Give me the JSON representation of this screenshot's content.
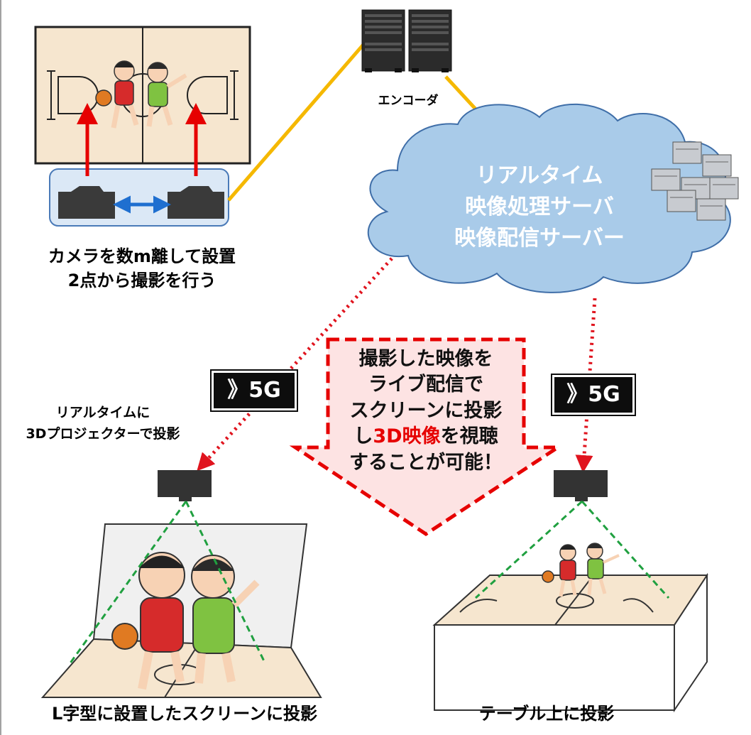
{
  "labels": {
    "encoder": "エンコーダ",
    "camera_caption_1": "カメラを数m離して設置",
    "camera_caption_2": "2点から撮影を行う",
    "projector_caption_1": "リアルタイムに",
    "projector_caption_2": "3Dプロジェクターで投影",
    "bottom_left_caption": "L字型に設置したスクリーンに投影",
    "bottom_right_caption": "テーブル上に投影"
  },
  "cloud": {
    "line1": "リアルタイム",
    "line2": "映像処理サーバ",
    "line3": "映像配信サーバー"
  },
  "badges": {
    "left": "》5G",
    "right": "》5G"
  },
  "callout": {
    "line1": "撮影した映像を",
    "line2": "ライブ配信で",
    "line3": "スクリーンに投影",
    "line4_prefix": "し",
    "line4_highlight": "3D映像",
    "line4_suffix": "を視聴",
    "line5": "することが可能！"
  },
  "colors": {
    "cable": "#f5b800",
    "camera_arrow": "#e60000",
    "stereo_arrow": "#1f6fd0",
    "wireless": "#e0141e",
    "projection": "#20a040",
    "cloud": "#a9cbe9",
    "callout_fill": "#fde3e3",
    "callout_border": "#e60000"
  }
}
